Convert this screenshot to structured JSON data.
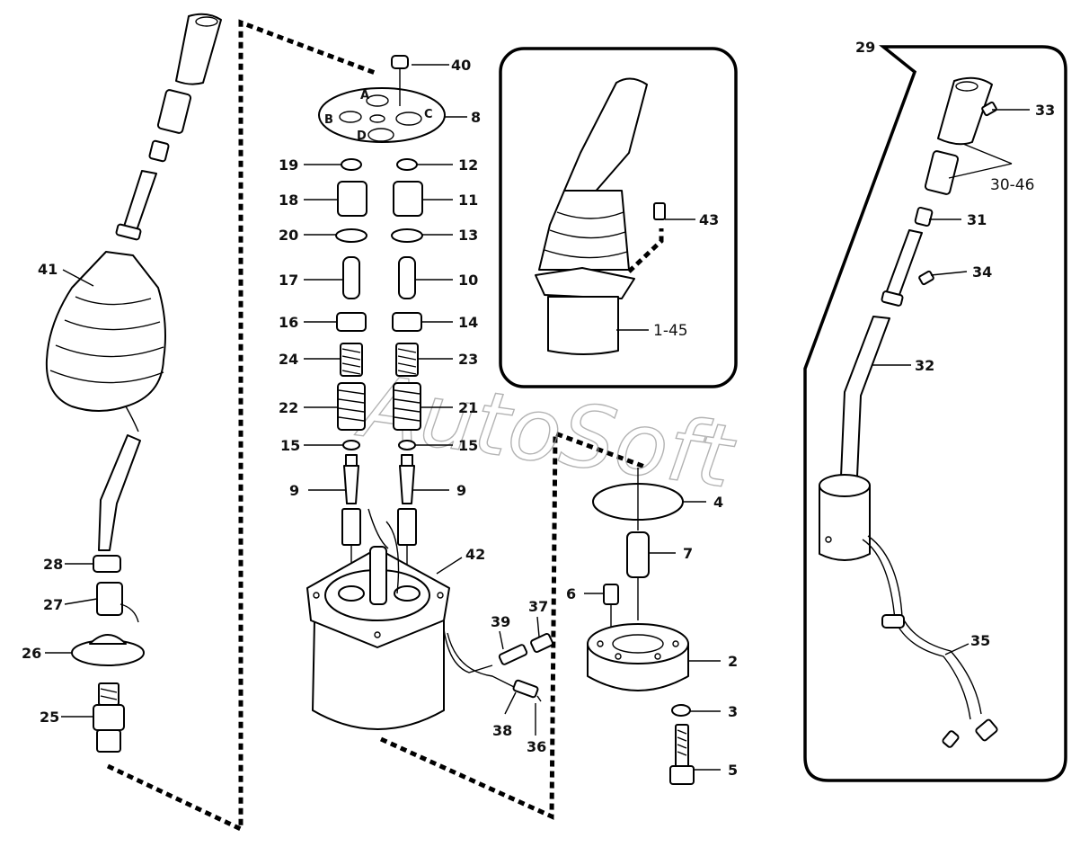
{
  "watermark": "AutoSoft",
  "plate_ports": [
    "A",
    "B",
    "C",
    "D"
  ],
  "callouts": [
    "1-45",
    "2",
    "3",
    "4",
    "5",
    "6",
    "7",
    "8",
    "9",
    "9",
    "10",
    "11",
    "12",
    "13",
    "14",
    "15",
    "15",
    "16",
    "17",
    "18",
    "19",
    "20",
    "21",
    "22",
    "23",
    "24",
    "25",
    "26",
    "27",
    "28",
    "29",
    "30-46",
    "31",
    "32",
    "33",
    "34",
    "35",
    "36",
    "37",
    "38",
    "39",
    "40",
    "41",
    "42",
    "43"
  ]
}
